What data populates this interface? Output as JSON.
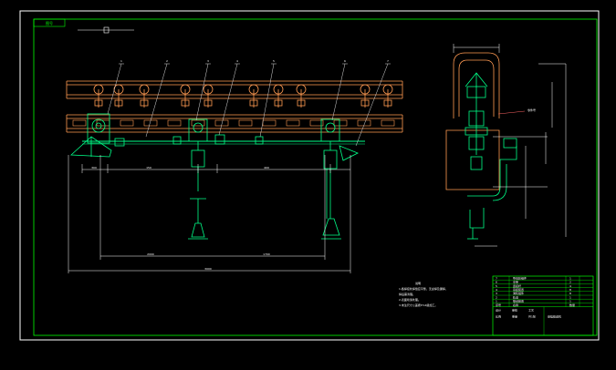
{
  "sheet": {
    "tag": "图号",
    "colors": {
      "frame": "#ffffff",
      "border": "#00ff00",
      "rail": "#ff9a52",
      "part": "#00ff88",
      "dim": "#ffffff",
      "leader": "#d8d8d8",
      "accent": "#ff6464"
    }
  },
  "callouts": [
    "1",
    "2",
    "3",
    "4",
    "5",
    "6",
    "7"
  ],
  "dims": {
    "left_span": "2000",
    "right_span": "1700",
    "bottom_span": "3000",
    "small_a": "300",
    "small_b": "150",
    "small_c": "400"
  },
  "notes": {
    "title": "说明",
    "lines": [
      "1.各焊接处焊缝应平整，无虚焊及漏焊，",
      "焊后需清理。",
      "2.表面喷漆处理。",
      "3.未注尺寸公差按IT14级加工。"
    ]
  },
  "side_view": {
    "label": "零件号"
  },
  "title_block": {
    "rows": [
      [
        "7",
        "导向轮组件",
        "1"
      ],
      [
        "6",
        "支架",
        "2"
      ],
      [
        "5",
        "连接杆",
        "4"
      ],
      [
        "4",
        "吊挂装置",
        "8"
      ],
      [
        "3",
        "滑轮组件",
        "8"
      ],
      [
        "2",
        "轨道",
        "1"
      ],
      [
        "1",
        "驱动装置",
        "1"
      ]
    ],
    "headers": [
      "序号",
      "名称",
      "数量"
    ],
    "drawing_title": "悬挂输送机",
    "labels": [
      "设计",
      "审核",
      "工艺",
      "比例",
      "重量",
      "共1张"
    ]
  }
}
